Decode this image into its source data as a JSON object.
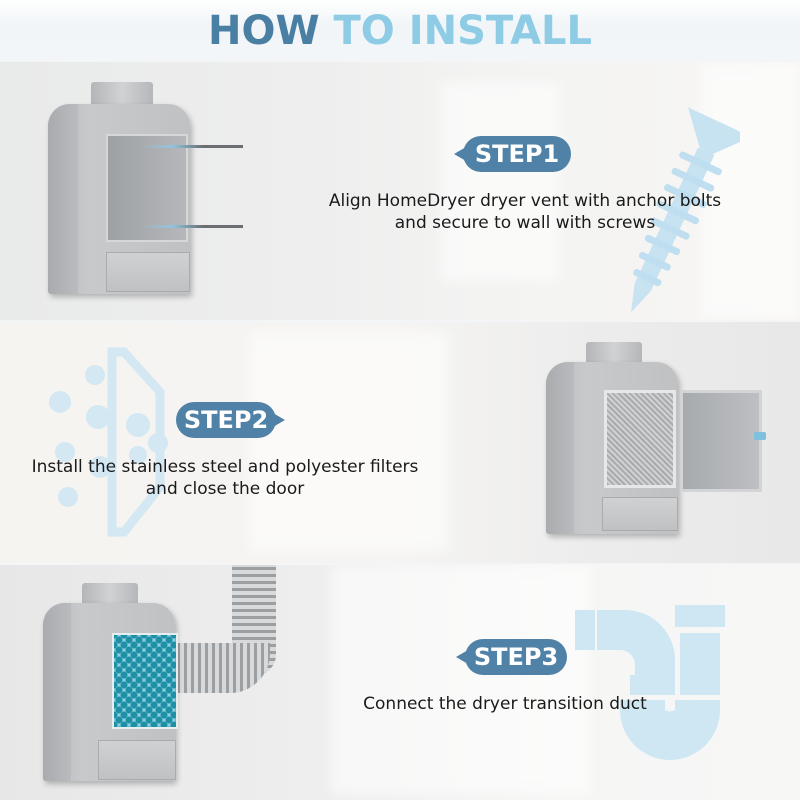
{
  "header": {
    "title_part1": "HOW",
    "title_part2": "TO INSTALL"
  },
  "steps": [
    {
      "label": "STEP1",
      "description_line1": "Align HomeDryer dryer vent with anchor bolts",
      "description_line2": "and secure to wall with screws",
      "illustration": "vent-box-open-with-screws",
      "deco_icon": "screw-icon"
    },
    {
      "label": "STEP2",
      "description_line1": "Install the stainless steel and polyester filters",
      "description_line2": "and close the door",
      "illustration": "vent-box-with-steel-filter-door-open",
      "deco_icon": "filter-dots-icon"
    },
    {
      "label": "STEP3",
      "description_line1": "Connect the dryer transition duct",
      "illustration": "vent-box-with-honeycomb-filter-and-duct",
      "deco_icon": "pipe-icon"
    }
  ],
  "colors": {
    "title_dark": "#4a7fa4",
    "title_light": "#8ecbe4",
    "pill_bg": "#4f82a6",
    "deco_light_blue": "#cfe6f2",
    "text": "#1a1a1a"
  }
}
